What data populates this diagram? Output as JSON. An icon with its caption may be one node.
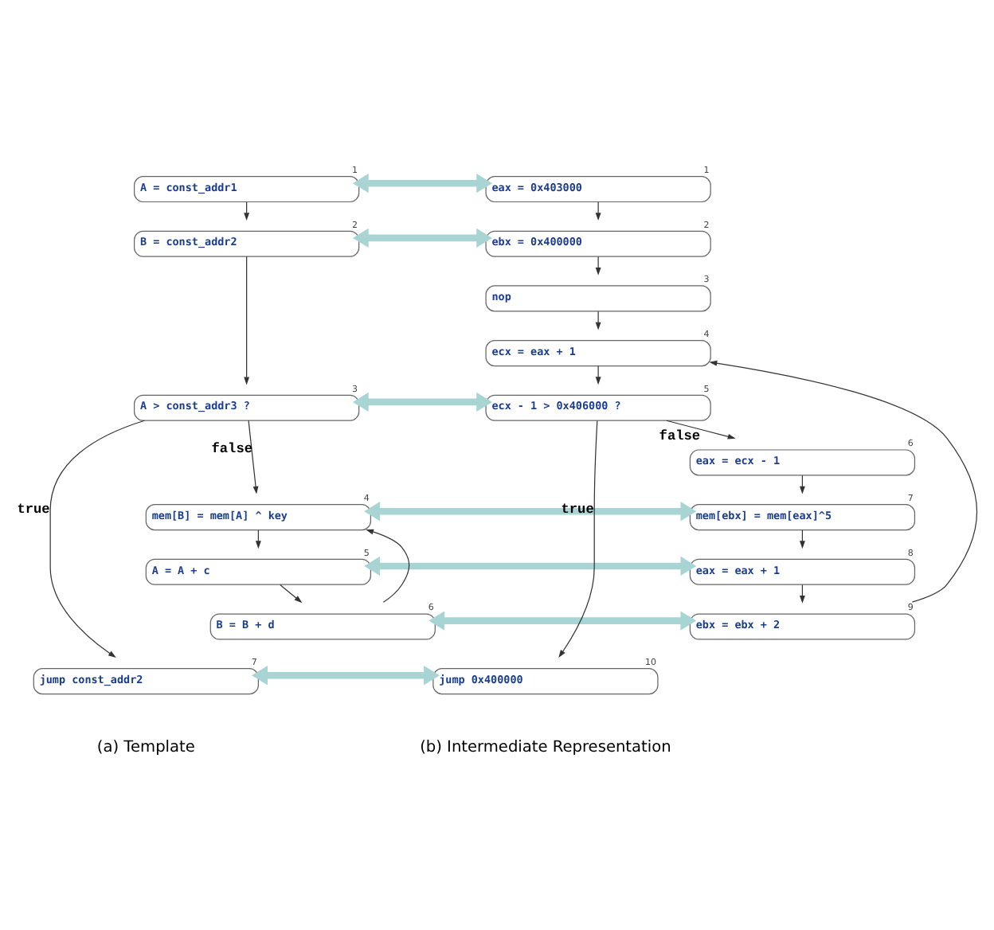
{
  "diagram": {
    "nodes": [
      {
        "text": [
          "A = const_addr1"
        ],
        "beside": [
          "1"
        ]
      },
      {
        "text": [
          "B = const_addr2"
        ],
        "beside": [
          "2"
        ]
      },
      {
        "text": [
          "A > const_addr3 ?"
        ],
        "beside": [
          "3"
        ]
      },
      {
        "text": [
          "mem[B] = mem[A] ^ key"
        ],
        "beside": [
          "4"
        ]
      },
      {
        "text": [
          "A = A + c"
        ],
        "beside": [
          "5"
        ]
      },
      {
        "text": [
          "B = B + d"
        ],
        "beside": [
          "6"
        ]
      },
      {
        "text": [
          "jump const_addr2"
        ],
        "beside": [
          "7"
        ]
      },
      {
        "text": [
          "eax = 0x403000"
        ],
        "beside": [
          "1"
        ]
      },
      {
        "text": [
          "ebx = 0x400000"
        ],
        "beside": [
          "2"
        ]
      },
      {
        "text": [
          "nop"
        ],
        "beside": [
          "3"
        ]
      },
      {
        "text": [
          "ecx = eax + 1"
        ],
        "beside": [
          "4"
        ]
      },
      {
        "text": [
          "ecx - 1 > 0x406000 ?"
        ],
        "beside": [
          "5"
        ]
      },
      {
        "text": [
          "eax = ecx - 1"
        ],
        "beside": [
          "6"
        ]
      },
      {
        "text": [
          "mem[ebx] = mem[eax]^5"
        ],
        "beside": [
          "7"
        ]
      },
      {
        "text": [
          "eax = eax + 1"
        ],
        "beside": [
          "8"
        ]
      },
      {
        "text": [
          "ebx = ebx + 2"
        ],
        "beside": [
          "9"
        ]
      },
      {
        "text": [
          "jump 0x400000"
        ],
        "beside": [
          "10"
        ]
      }
    ],
    "edges": [
      {
        "from": 0,
        "to": 1,
        "arrow": "to"
      },
      {
        "from": 1,
        "to": 2,
        "arrow": "to"
      },
      {
        "from": 2,
        "to": 3,
        "arrow": "to",
        "label": "false"
      },
      {
        "from": 3,
        "to": 4,
        "arrow": "to"
      },
      {
        "from": 4,
        "to": 5,
        "arrow": "to"
      },
      {
        "from": 5,
        "to": 3,
        "arrow": "to"
      },
      {
        "from": 2,
        "to": 6,
        "arrow": "to",
        "label": "true"
      },
      {
        "from": 7,
        "to": 8,
        "arrow": "to"
      },
      {
        "from": 8,
        "to": 9,
        "arrow": "to"
      },
      {
        "from": 9,
        "to": 10,
        "arrow": "to"
      },
      {
        "from": 10,
        "to": 11,
        "arrow": "to"
      },
      {
        "from": 11,
        "to": 12,
        "arrow": "to",
        "label": "false"
      },
      {
        "from": 12,
        "to": 13,
        "arrow": "to"
      },
      {
        "from": 13,
        "to": 14,
        "arrow": "to"
      },
      {
        "from": 14,
        "to": 15,
        "arrow": "to"
      },
      {
        "from": 15,
        "to": 10,
        "arrow": "to"
      },
      {
        "from": 11,
        "to": 16,
        "arrow": "to",
        "label": "true"
      },
      {
        "from": 0,
        "to": 7,
        "arrow": "both",
        "style": "thick",
        "color": "#a8d4d4"
      },
      {
        "from": 1,
        "to": 8,
        "arrow": "both",
        "style": "thick",
        "color": "#a8d4d4"
      },
      {
        "from": 2,
        "to": 11,
        "arrow": "both",
        "style": "thick",
        "color": "#a8d4d4"
      },
      {
        "from": 3,
        "to": 13,
        "arrow": "both",
        "style": "thick",
        "color": "#a8d4d4"
      },
      {
        "from": 4,
        "to": 14,
        "arrow": "both",
        "style": "thick",
        "color": "#a8d4d4"
      },
      {
        "from": 5,
        "to": 15,
        "arrow": "both",
        "style": "thick",
        "color": "#a8d4d4"
      },
      {
        "from": 6,
        "to": 16,
        "arrow": "both",
        "style": "thick",
        "color": "#a8d4d4"
      }
    ],
    "labels": [
      "(a) Template",
      "(b) Intermediate Representation"
    ]
  }
}
